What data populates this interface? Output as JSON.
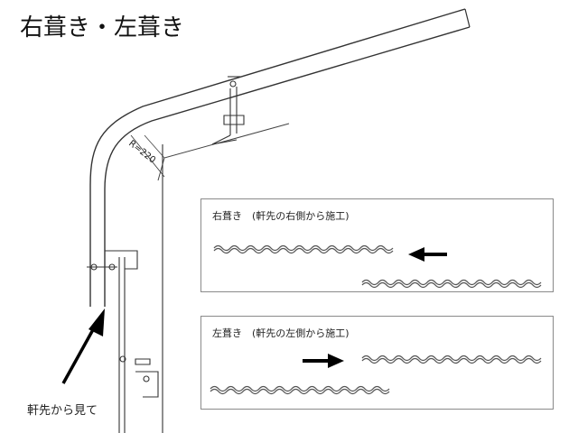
{
  "title": "右葺き・左葺き",
  "radius_label": "R=220",
  "view_label": "軒先から見て",
  "panels": {
    "right": {
      "caption": "右葺き　(軒先の右側から施工)",
      "arrow": "left"
    },
    "left": {
      "caption": "左葺き　(軒先の左側から施工)",
      "arrow": "right"
    }
  }
}
